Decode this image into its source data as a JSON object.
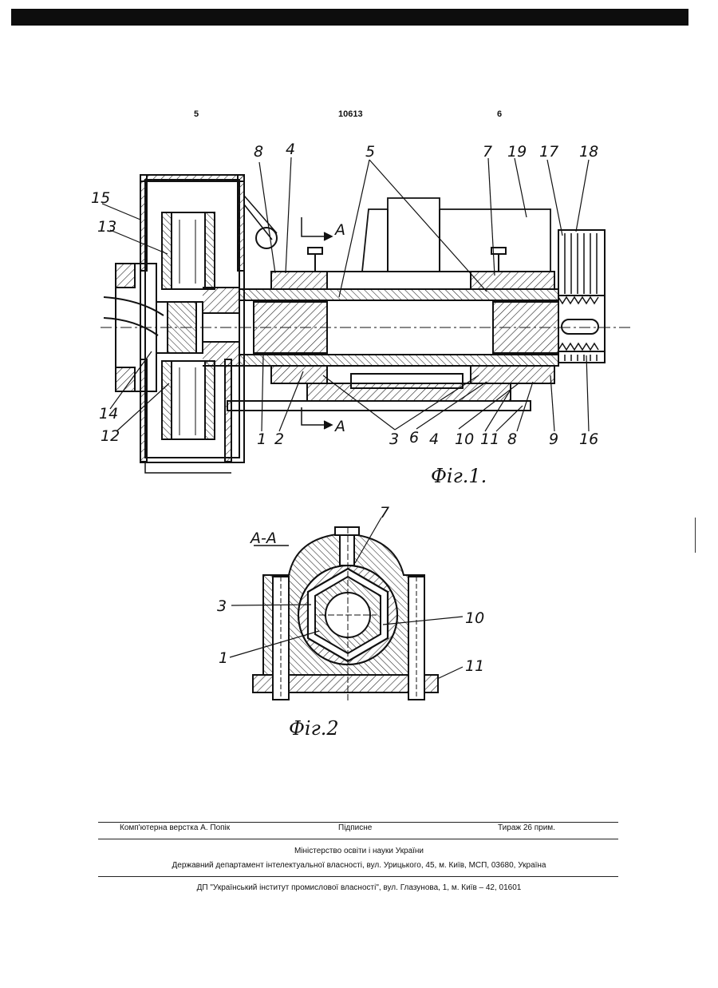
{
  "header": {
    "page_left": "5",
    "patent_number": "10613",
    "page_right": "6"
  },
  "figure1": {
    "caption": "Фіг.1.",
    "labels": {
      "l15": "15",
      "l13": "13",
      "l8a": "8",
      "l4a": "4",
      "l5": "5",
      "l7": "7",
      "l19": "19",
      "l17": "17",
      "l18": "18",
      "l14": "14",
      "l12": "12",
      "l1": "1",
      "l2": "2",
      "l3": "3",
      "l6": "6",
      "l4b": "4",
      "l10": "10",
      "l11": "11",
      "l8b": "8",
      "l9": "9",
      "l16": "16",
      "secA_top": "A",
      "secA_bot": "A"
    }
  },
  "figure2": {
    "caption": "Фіг.2",
    "section": "А-А",
    "labels": {
      "l7": "7",
      "l3": "3",
      "l10": "10",
      "l1": "1",
      "l11": "11"
    }
  },
  "imprint": {
    "typesetting": "Комп'ютерна верстка А. Попік",
    "subscription": "Підписне",
    "circulation": "Тираж 26 прим.",
    "ministry": "Міністерство освіти і науки України",
    "department": "Державний департамент інтелектуальної власності, вул. Урицького, 45, м. Київ, МСП, 03680, Україна",
    "institute": "ДП \"Український інститут промислової власності\", вул. Глазунова, 1, м. Київ – 42, 01601"
  }
}
